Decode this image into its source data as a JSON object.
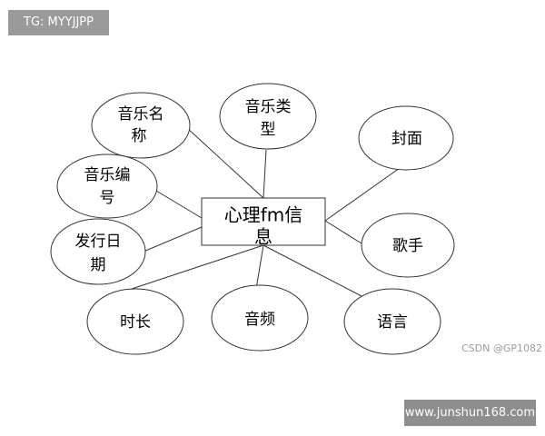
{
  "watermark_tag": "TG: MYYJJPP",
  "credit": "CSDN @GP1082",
  "site": "www.junshun168.com",
  "diagram": {
    "center": {
      "line1": "心理fm信",
      "line2": "息"
    },
    "attributes": [
      {
        "line1": "音乐名",
        "line2": "称"
      },
      {
        "line1": "音乐类",
        "line2": "型"
      },
      {
        "line1": "封面",
        "line2": ""
      },
      {
        "line1": "音乐编",
        "line2": "号"
      },
      {
        "line1": "歌手",
        "line2": ""
      },
      {
        "line1": "发行日",
        "line2": "期"
      },
      {
        "line1": "时长",
        "line2": ""
      },
      {
        "line1": "音频",
        "line2": ""
      },
      {
        "line1": "语言",
        "line2": ""
      }
    ]
  }
}
